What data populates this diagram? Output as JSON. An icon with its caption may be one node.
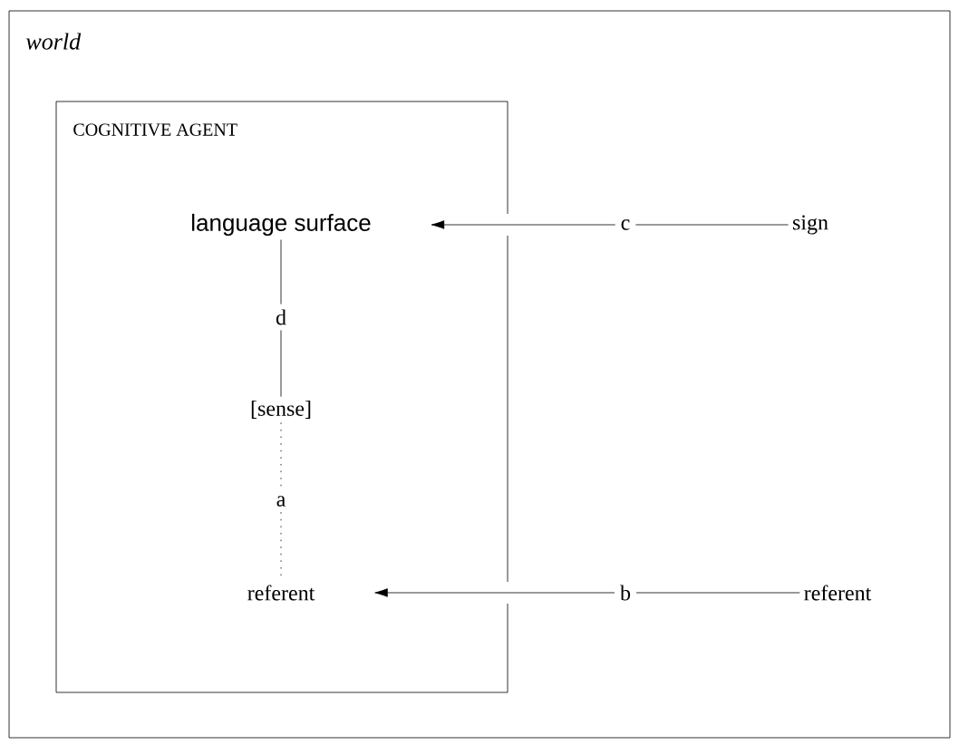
{
  "diagram": {
    "nodes": [
      {
        "text": [
          "world"
        ]
      },
      {
        "text": [
          "COGNITIVE AGENT"
        ],
        "in": 0
      },
      {
        "text": [
          "language surface"
        ],
        "in": 1
      },
      {
        "text": [
          "[sense]"
        ],
        "in": 1
      },
      {
        "text": [
          "referent"
        ],
        "in": 1
      },
      {
        "text": [
          "sign"
        ],
        "in": 0
      },
      {
        "text": [
          "referent"
        ],
        "in": 0
      }
    ],
    "edges": [
      {
        "from": 2,
        "to": 3,
        "arrow": "none",
        "label": "d"
      },
      {
        "from": 3,
        "to": 4,
        "arrow": "none",
        "label": "a",
        "style": "dashed"
      },
      {
        "from": 5,
        "to": 2,
        "arrow": "to",
        "label": "c"
      },
      {
        "from": 6,
        "to": 4,
        "arrow": "to",
        "label": "b"
      }
    ]
  }
}
